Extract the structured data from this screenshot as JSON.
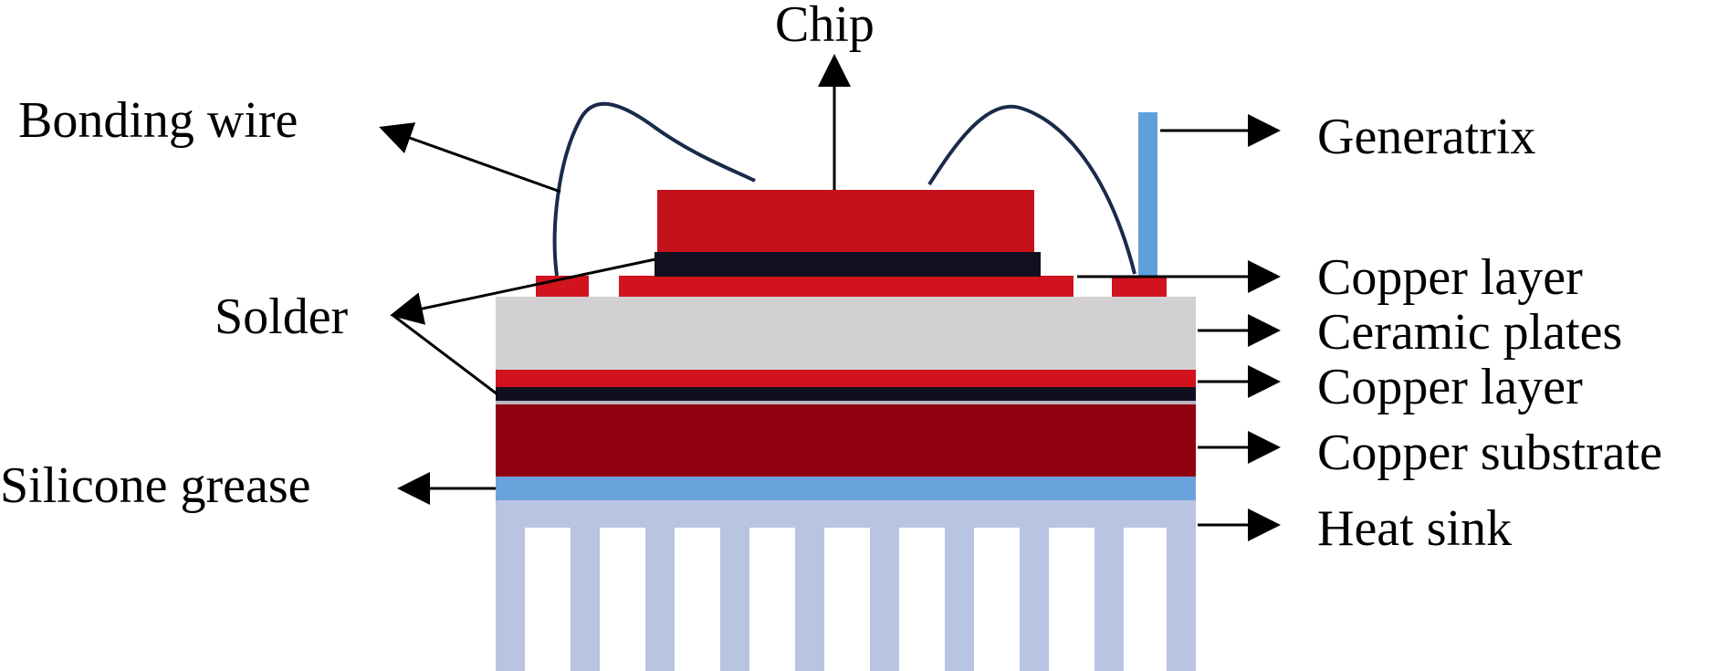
{
  "labels": {
    "chip": "Chip",
    "bonding_wire": "Bonding wire",
    "generatrix": "Generatrix",
    "solder": "Solder",
    "copper_layer_top": "Copper layer",
    "ceramic_plates": "Ceramic plates",
    "copper_layer_bottom": "Copper layer",
    "copper_substrate": "Copper substrate",
    "silicone_grease": "Silicone grease",
    "heat_sink": "Heat sink"
  },
  "colors": {
    "chip": "#c4111a",
    "solder": "#101020",
    "copper_layer": "#d0131c",
    "ceramic": "#d2d0d3",
    "copper_substrate": "#8f0010",
    "silicone_grease": "#6aa2dc",
    "heat_sink": "#b8c4e2",
    "generatrix": "#5fa0dc",
    "bonding_wire": "#1a2a4a"
  }
}
